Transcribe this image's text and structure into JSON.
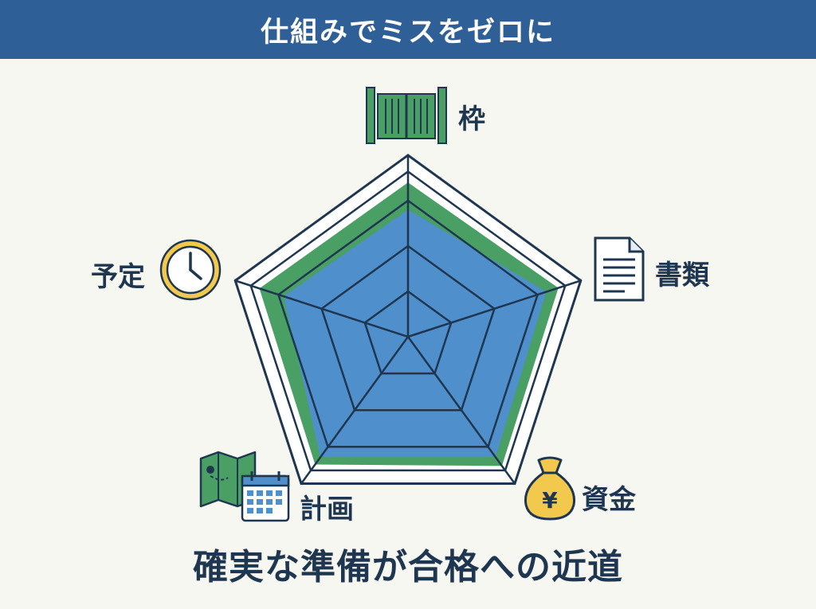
{
  "header": {
    "title": "仕組みでミスをゼロに"
  },
  "chart_data": {
    "type": "radar",
    "axes": [
      "枠",
      "書類",
      "資金",
      "計画",
      "予定"
    ],
    "series": [
      {
        "values": [
          0.85,
          0.87,
          0.88,
          0.87,
          0.86
        ],
        "color": "#4aa064"
      },
      {
        "values": [
          0.7,
          0.8,
          0.82,
          0.82,
          0.72
        ],
        "color": "#4f8fcb"
      }
    ],
    "outer_ring": 1.0,
    "grid_levels": [
      0.25,
      0.5,
      0.75,
      0.91
    ],
    "colors": {
      "grid": "#1f3650",
      "outer_fill": "#ffffff"
    }
  },
  "icons": {
    "waku": "gate-icon",
    "shorui": "document-icon",
    "shikin": "yen-bag-icon",
    "keikaku": "map-calendar-icon",
    "yotei": "clock-icon"
  },
  "footer": {
    "caption": "確実な準備が合格への近道"
  }
}
